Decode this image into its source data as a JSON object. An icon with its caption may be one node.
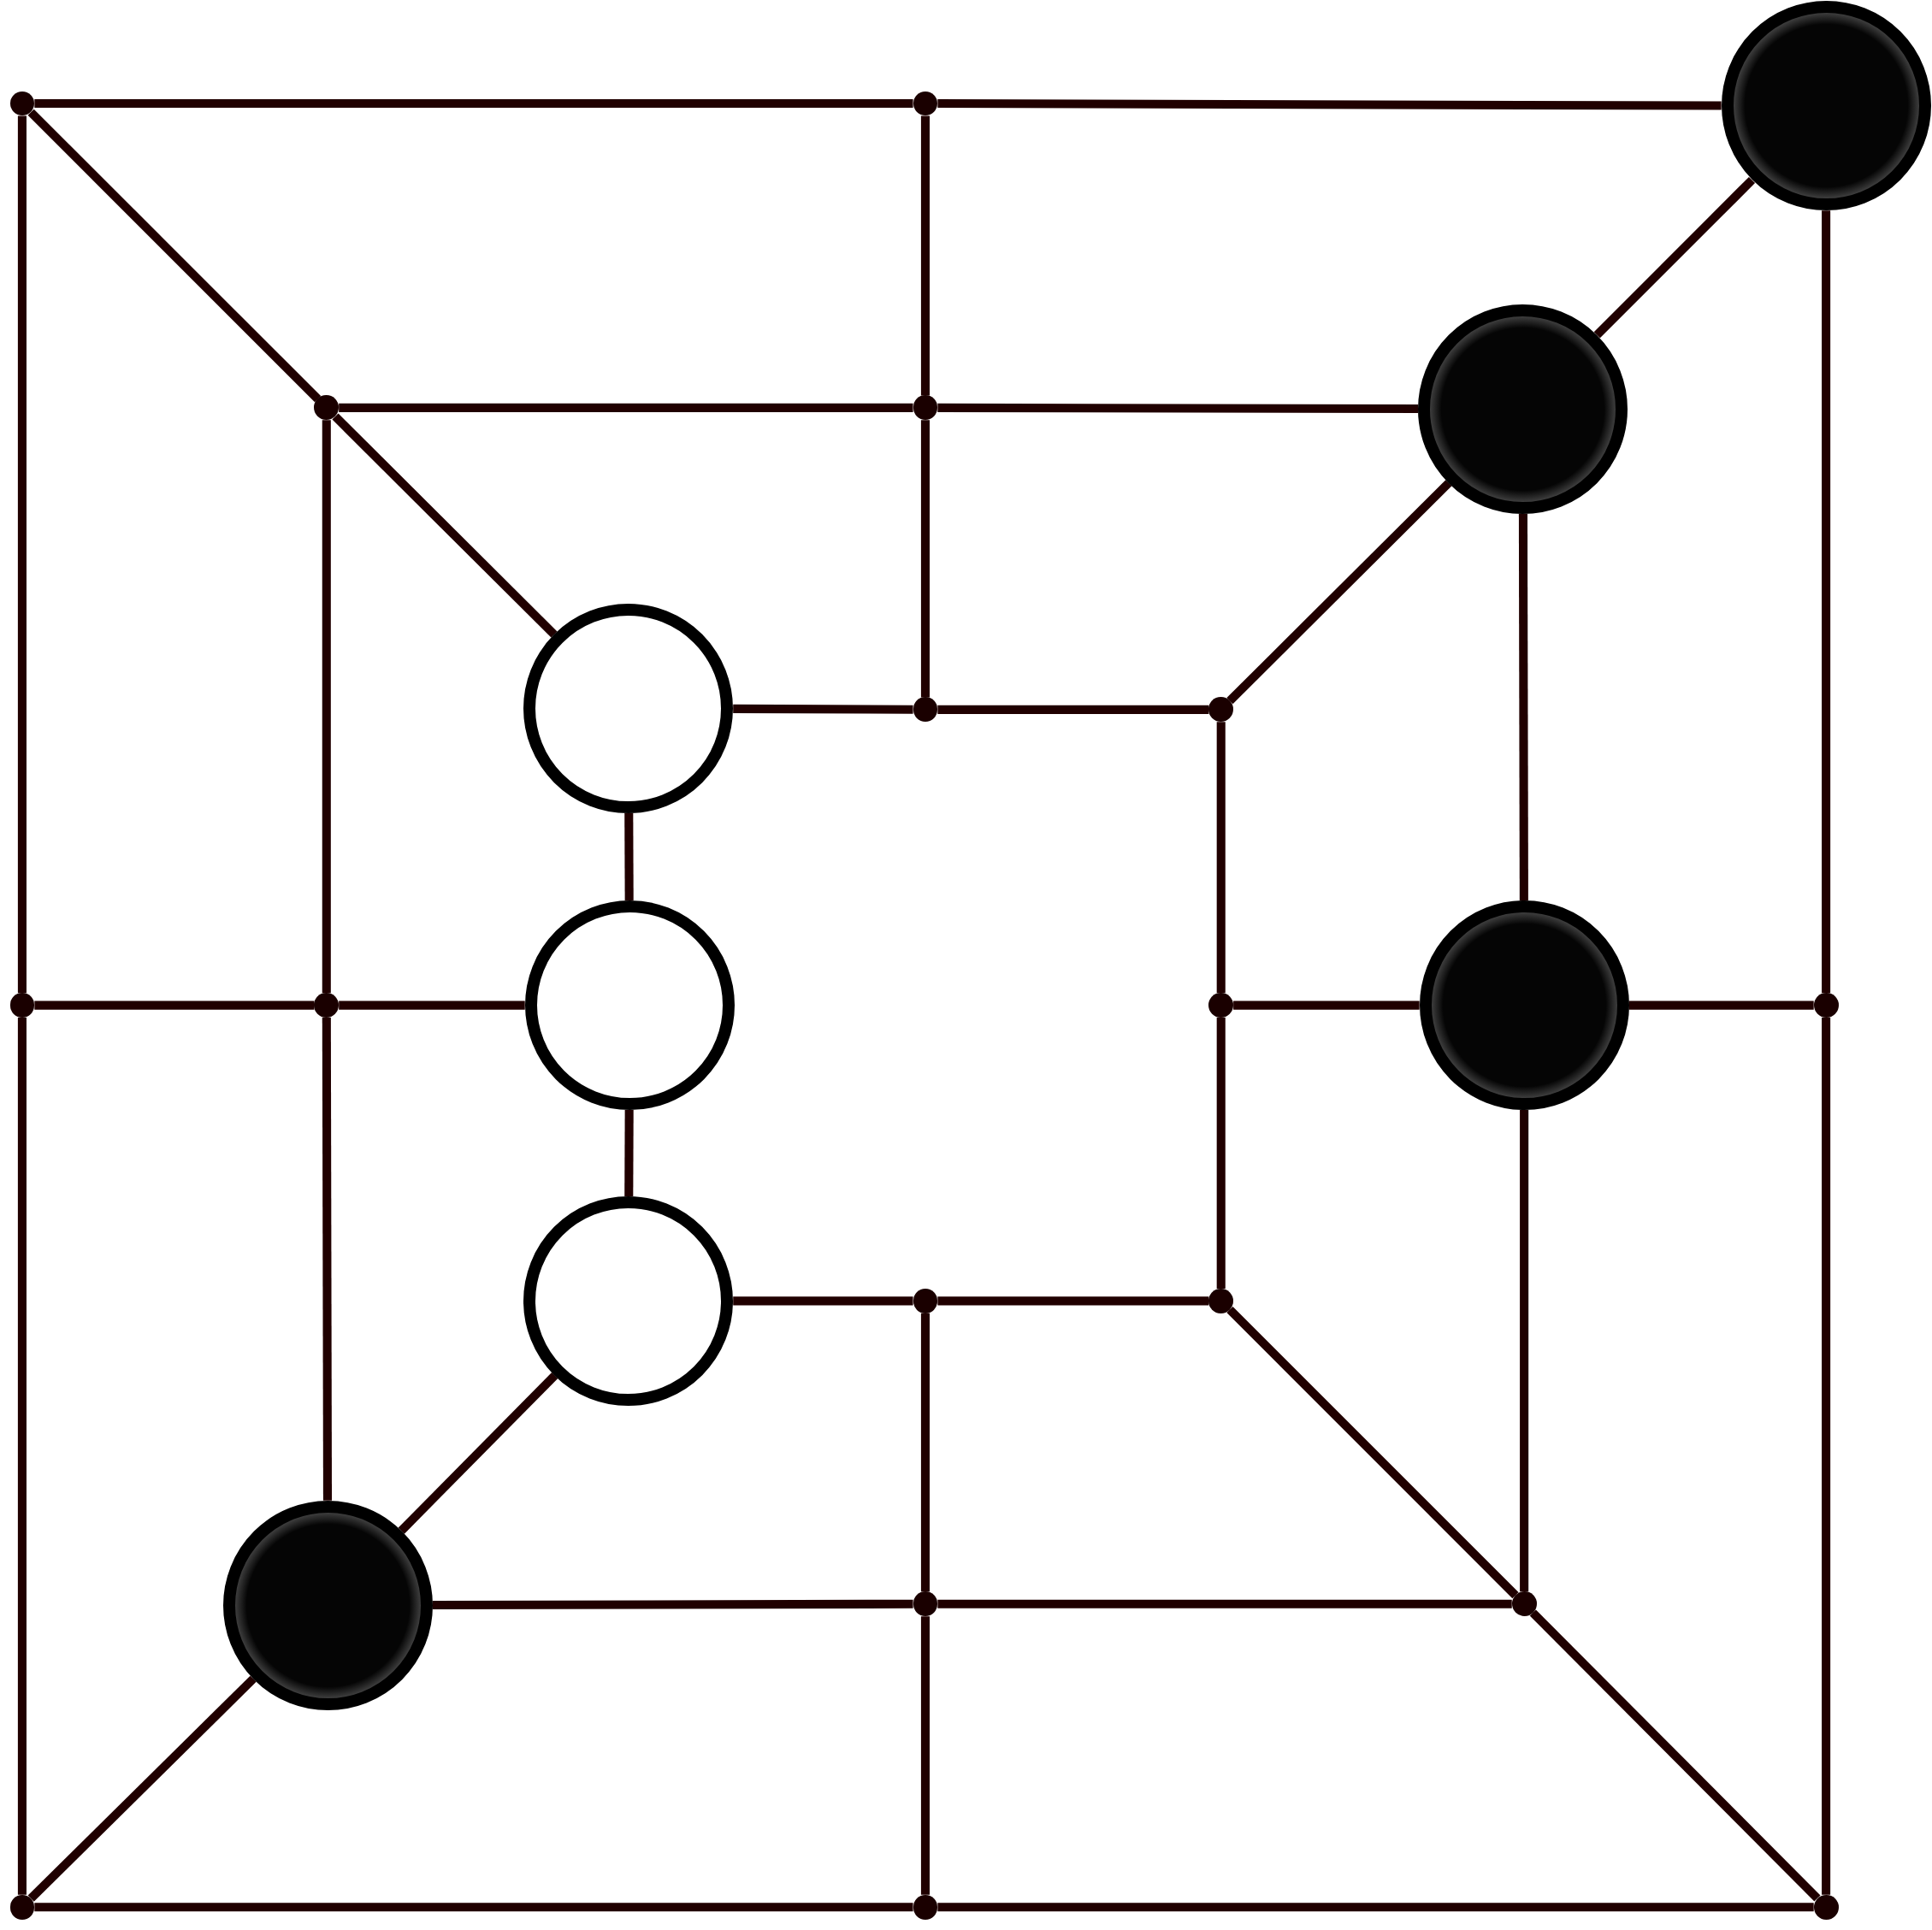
{
  "diagram": {
    "nodes": [
      {
        "text": [],
        "shape": "circle"
      },
      {
        "text": [],
        "shape": "circle"
      },
      {
        "text": [],
        "shape": "circle"
      },
      {
        "text": [],
        "shape": "circle"
      },
      {
        "text": [],
        "shape": "circle"
      },
      {
        "text": [],
        "shape": "circle"
      },
      {
        "text": [],
        "shape": "circle"
      },
      {
        "text": [],
        "shape": "circle"
      },
      {
        "text": [],
        "shape": "circle"
      },
      {
        "text": [],
        "shape": "circle"
      },
      {
        "text": [],
        "shape": "circle"
      },
      {
        "text": [],
        "shape": "circle"
      },
      {
        "text": [],
        "shape": "circle"
      },
      {
        "text": [],
        "shape": "circle"
      },
      {
        "text": [],
        "shape": "circle"
      },
      {
        "text": [],
        "shape": "circle"
      },
      {
        "text": [],
        "shape": "circle"
      },
      {
        "text": [],
        "shape": "circle"
      },
      {
        "text": [],
        "shape": "circle"
      },
      {
        "text": [],
        "shape": "circle"
      },
      {
        "text": [],
        "shape": "circle"
      },
      {
        "text": [],
        "shape": "circle"
      },
      {
        "text": [],
        "shape": "circle"
      },
      {
        "text": [],
        "shape": "circle"
      }
    ],
    "edges": [
      {
        "from": 0,
        "to": 1,
        "arrow": "none"
      },
      {
        "from": 1,
        "to": 2,
        "arrow": "none"
      },
      {
        "from": 2,
        "to": 14,
        "arrow": "none"
      },
      {
        "from": 14,
        "to": 23,
        "arrow": "none"
      },
      {
        "from": 23,
        "to": 22,
        "arrow": "none"
      },
      {
        "from": 22,
        "to": 21,
        "arrow": "none"
      },
      {
        "from": 21,
        "to": 9,
        "arrow": "none"
      },
      {
        "from": 9,
        "to": 0,
        "arrow": "none"
      },
      {
        "from": 3,
        "to": 4,
        "arrow": "none"
      },
      {
        "from": 4,
        "to": 5,
        "arrow": "none"
      },
      {
        "from": 5,
        "to": 13,
        "arrow": "none"
      },
      {
        "from": 13,
        "to": 20,
        "arrow": "none"
      },
      {
        "from": 20,
        "to": 19,
        "arrow": "none"
      },
      {
        "from": 19,
        "to": 18,
        "arrow": "none"
      },
      {
        "from": 18,
        "to": 10,
        "arrow": "none"
      },
      {
        "from": 10,
        "to": 3,
        "arrow": "none"
      },
      {
        "from": 6,
        "to": 7,
        "arrow": "none"
      },
      {
        "from": 7,
        "to": 8,
        "arrow": "none"
      },
      {
        "from": 8,
        "to": 12,
        "arrow": "none"
      },
      {
        "from": 12,
        "to": 17,
        "arrow": "none"
      },
      {
        "from": 17,
        "to": 16,
        "arrow": "none"
      },
      {
        "from": 16,
        "to": 15,
        "arrow": "none"
      },
      {
        "from": 15,
        "to": 11,
        "arrow": "none"
      },
      {
        "from": 11,
        "to": 6,
        "arrow": "none"
      },
      {
        "from": 1,
        "to": 4,
        "arrow": "none"
      },
      {
        "from": 4,
        "to": 7,
        "arrow": "none"
      },
      {
        "from": 9,
        "to": 10,
        "arrow": "none"
      },
      {
        "from": 10,
        "to": 11,
        "arrow": "none"
      },
      {
        "from": 12,
        "to": 13,
        "arrow": "none"
      },
      {
        "from": 13,
        "to": 14,
        "arrow": "none"
      },
      {
        "from": 16,
        "to": 19,
        "arrow": "none"
      },
      {
        "from": 19,
        "to": 22,
        "arrow": "none"
      },
      {
        "from": 0,
        "to": 3,
        "arrow": "none"
      },
      {
        "from": 3,
        "to": 6,
        "arrow": "none"
      },
      {
        "from": 2,
        "to": 5,
        "arrow": "none"
      },
      {
        "from": 5,
        "to": 8,
        "arrow": "none"
      },
      {
        "from": 17,
        "to": 20,
        "arrow": "none"
      },
      {
        "from": 20,
        "to": 23,
        "arrow": "none"
      },
      {
        "from": 15,
        "to": 18,
        "arrow": "none"
      },
      {
        "from": 18,
        "to": 21,
        "arrow": "none"
      }
    ]
  }
}
